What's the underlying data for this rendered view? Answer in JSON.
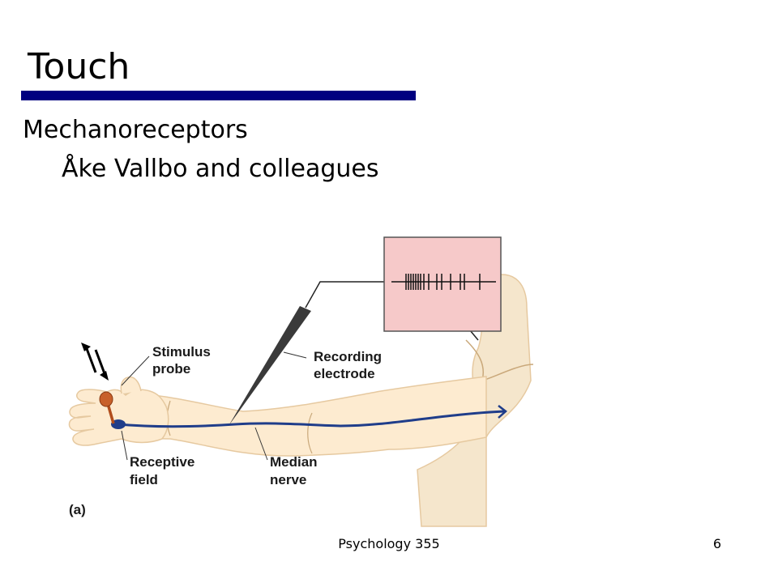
{
  "slide": {
    "title": "Touch",
    "bullets": {
      "level1": "Mechanoreceptors",
      "level2": "Åke Vallbo and colleagues"
    }
  },
  "figure": {
    "labels": {
      "stimulus_probe_1": "Stimulus",
      "stimulus_probe_2": "probe",
      "recording_electrode_1": "Recording",
      "recording_electrode_2": "electrode",
      "receptive_field_1": "Receptive",
      "receptive_field_2": "field",
      "median_nerve_1": "Median",
      "median_nerve_2": "nerve",
      "panel": "(a)"
    },
    "colors": {
      "skin": "#fdebd0",
      "skin_outline": "#e6c9a0",
      "nerve": "#1f3d8a",
      "probe": "#c8602a",
      "recording_box": "#f6c9c9",
      "shoulder": "#f5e6cc"
    }
  },
  "footer": {
    "course": "Psychology 355",
    "page_number": "6"
  }
}
